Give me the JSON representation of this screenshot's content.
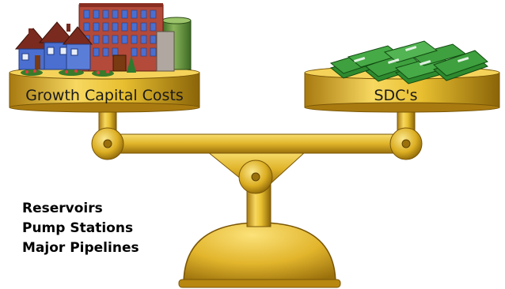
{
  "left_pan": {
    "label": "Growth Capital Costs"
  },
  "right_pan": {
    "label": "SDC's"
  },
  "cost_items": [
    "Reservoirs",
    "Pump Stations",
    "Major Pipelines"
  ],
  "colors": {
    "gold_light": "#f7d860",
    "gold_mid": "#dcae22",
    "gold_dark": "#8a6408",
    "money_green": "#2e8a2e",
    "brick_red": "#b34a3a",
    "house_blue": "#4a6fd0",
    "tank_green": "#5d8a3a"
  },
  "icons": [
    "houses-icon",
    "building-icon",
    "water-tank-icon",
    "money-stack-icon"
  ]
}
